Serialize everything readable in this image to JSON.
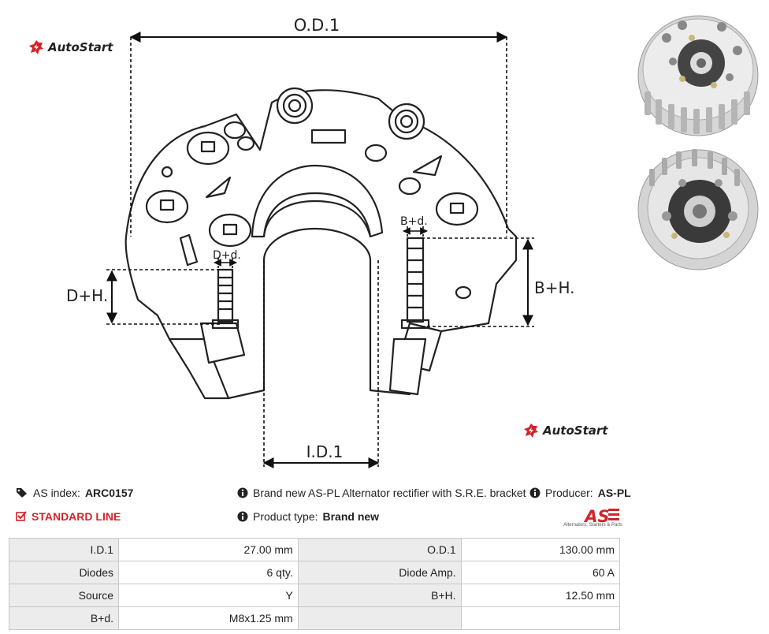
{
  "brand": {
    "name": "AutoStart"
  },
  "diagram": {
    "od_label": "O.D.1",
    "id_label": "I.D.1",
    "dh_label": "D+H.",
    "bh_label": "B+H.",
    "dd_label": "D+d.",
    "bd_label": "B+d."
  },
  "info": {
    "index_label": "AS index:",
    "index_value": "ARC0157",
    "line_label": "STANDARD LINE",
    "description": "Brand new AS-PL Alternator rectifier with S.R.E. bracket",
    "producer_label": "Producer:",
    "producer_value": "AS-PL",
    "type_label": "Product type:",
    "type_value": "Brand new"
  },
  "as_logo": {
    "text": "AS",
    "tagline": "Alternators, Starters & Parts"
  },
  "specs": [
    {
      "label1": "I.D.1",
      "value1": "27.00 mm",
      "label2": "O.D.1",
      "value2": "130.00 mm"
    },
    {
      "label1": "Diodes",
      "value1": "6 qty.",
      "label2": "Diode Amp.",
      "value2": "60 A"
    },
    {
      "label1": "Source",
      "value1": "Y",
      "label2": "B+H.",
      "value2": "12.50 mm"
    },
    {
      "label1": "B+d.",
      "value1": "M8x1.25 mm",
      "label2": "",
      "value2": ""
    }
  ],
  "colors": {
    "accent_red": "#d2232a",
    "table_label_bg": "#ececec",
    "table_border": "#c8c8c8"
  }
}
